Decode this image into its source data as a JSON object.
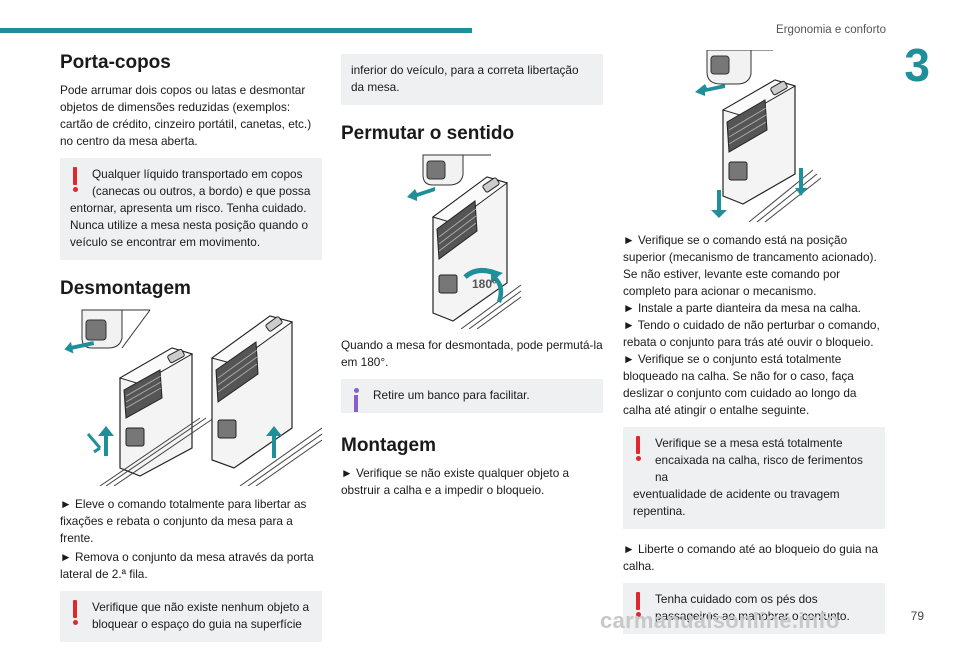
{
  "header": {
    "section_title": "Ergonomia e conforto",
    "chapter_number": "3",
    "page_number": "79"
  },
  "col1": {
    "title": "Porta-copos",
    "intro": "Pode arrumar dois copos ou latas e desmontar objetos de dimensões reduzidas (exemplos: cartão de crédito, cinzeiro portátil, canetas, etc.) no centro da mesa aberta.",
    "warning1_lead": "Qualquer líquido transportado em copos (canecas ou outros, a bordo) e que possa",
    "warning1_rest": "entornar, apresenta um risco. Tenha cuidado. Nunca utilize a mesa nesta posição quando o veículo se encontrar em movimento.",
    "section2_title": "Desmontagem",
    "step1": "► Eleve o comando totalmente para libertar as fixações e rebata o conjunto da mesa para a frente.",
    "step2": "► Remova o conjunto da mesa através da porta lateral de 2.ª fila.",
    "warning2_lead": "Verifique que não existe nenhum objeto a bloquear o espaço do guia na superfície"
  },
  "col2": {
    "warning_cont": "inferior do veículo, para a correta libertação da mesa.",
    "section_title": "Permutar o sentido",
    "rotation_label": "180°",
    "text1": "Quando a mesa for desmontada, pode permutá-la em 180°.",
    "info": "Retire um banco para facilitar.",
    "section2_title": "Montagem",
    "step1": "► Verifique se não existe qualquer objeto a obstruir a calha e a impedir o bloqueio."
  },
  "col3": {
    "step1": "► Verifique se o comando está na posição superior (mecanismo de trancamento acionado). Se não estiver, levante este comando por completo para acionar o mecanismo.",
    "step2": "► Instale a parte dianteira da mesa na calha.",
    "step3": "► Tendo o cuidado de não perturbar o comando, rebata o conjunto para trás até ouvir o bloqueio.",
    "step4": "► Verifique se o conjunto está totalmente bloqueado na calha. Se não for o caso, faça deslizar o conjunto com cuidado ao longo da calha até atingir o entalhe seguinte.",
    "warning1_lead": "Verifique se a mesa está totalmente encaixada na calha, risco de ferimentos na",
    "warning1_rest": "eventualidade de acidente ou travagem repentina.",
    "step5": "► Liberte o comando até ao bloqueio do guia na calha.",
    "warning2": "Tenha cuidado com os pés dos passageiros ao manobrar o conjunto."
  },
  "watermark": "carmanualsonline.info",
  "colors": {
    "accent": "#1f8f9a",
    "warning": "#e0262e",
    "info": "#8a5ec9",
    "box_bg": "#eef0f1"
  }
}
